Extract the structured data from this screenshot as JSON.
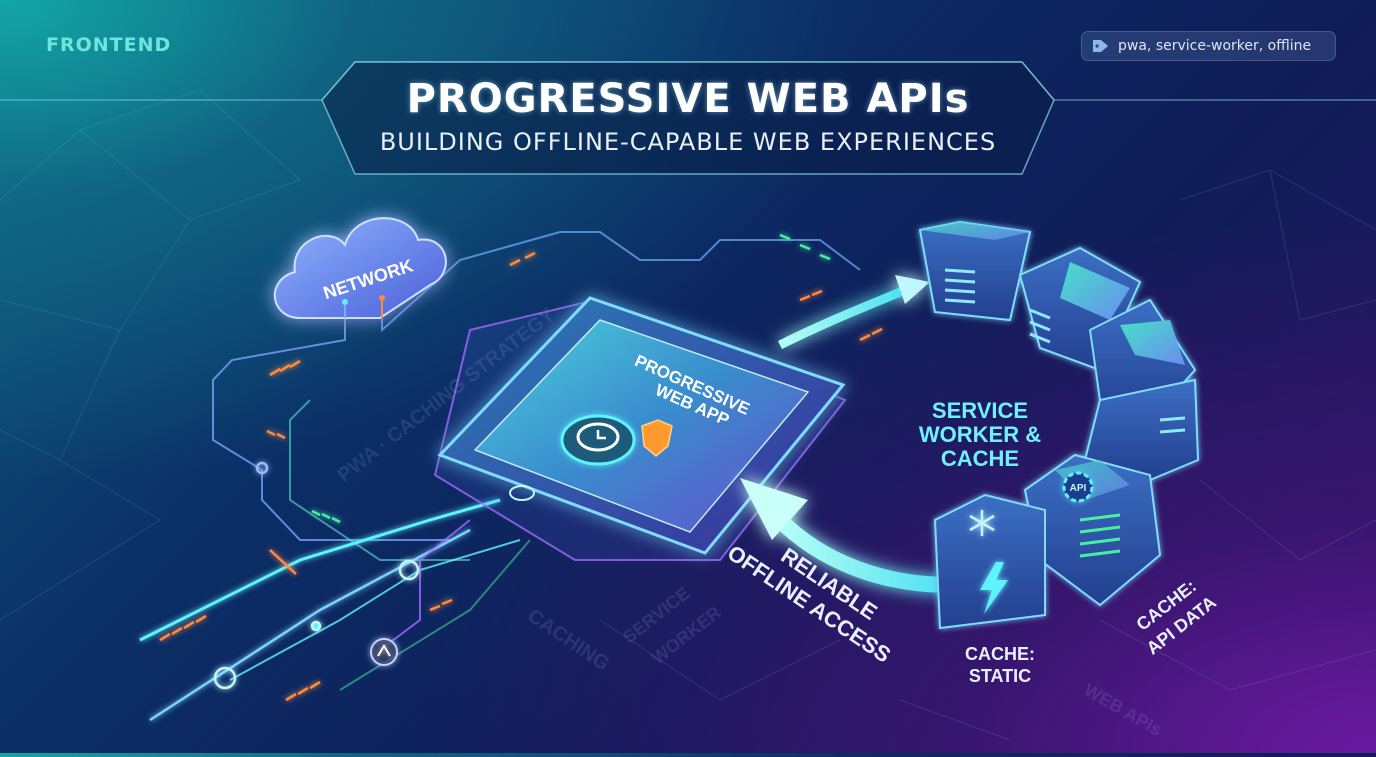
{
  "header": {
    "category": "FRONTEND",
    "tags": "pwa, service-worker, offline",
    "tag_icon": "tag-icon",
    "title": "PROGRESSIVE WEB APIs",
    "subtitle": "BUILDING OFFLINE-CAPABLE WEB EXPERIENCES"
  },
  "diagram": {
    "network_label": "NETWORK",
    "device_label_line1": "PROGRESSIVE",
    "device_label_line2": "WEB APP",
    "service_worker_line1": "SERVICE",
    "service_worker_line2": "WORKER &",
    "service_worker_line3": "CACHE",
    "offline_line1": "RELIABLE",
    "offline_line2": "OFFLINE ACCESS",
    "cache_static_line1": "CACHE:",
    "cache_static_line2": "STATIC",
    "cache_api_line1": "CACHE:",
    "cache_api_line2": "API DATA",
    "api_badge": "API",
    "watermark_1": "PWA · CACHING STRATEGY",
    "watermark_2": "CACHING",
    "watermark_3_line1": "SERVICE",
    "watermark_3_line2": "WORKER",
    "watermark_4": "WEB APIs"
  },
  "colors": {
    "accent_cyan": "#5ff2ff",
    "accent_teal": "#6fe6dc",
    "accent_orange": "#ff8a3d",
    "accent_purple": "#a06bff",
    "accent_green": "#46f0a0"
  },
  "icons": [
    "cloud-icon",
    "shield-icon",
    "clock-sync-icon",
    "snowflake-icon",
    "lightning-icon",
    "gear-icon",
    "location-icon",
    "tag-icon"
  ]
}
